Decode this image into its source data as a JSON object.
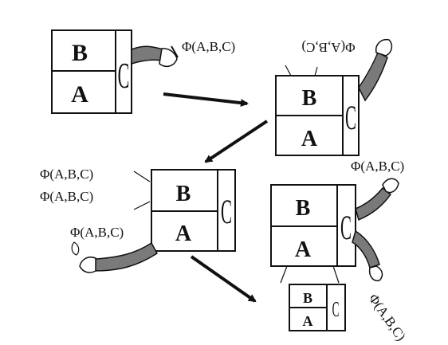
{
  "diagram": {
    "box_letters": {
      "top": "B",
      "bottom": "A",
      "side": "C"
    },
    "operator_label": "Φ(A,B,C)",
    "colors": {
      "ink": "#111111",
      "arm_fill": "#7a7a7a",
      "arm_shadow": "#4a4a4a",
      "background": "#ffffff"
    }
  }
}
